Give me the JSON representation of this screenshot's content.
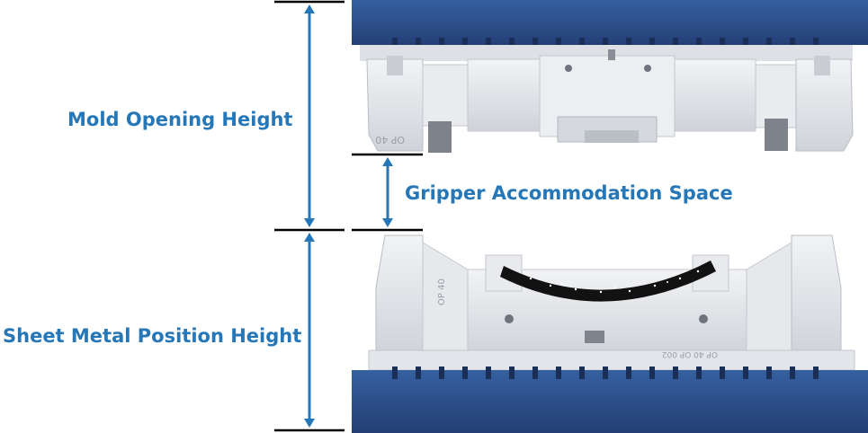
{
  "labels": {
    "mold_opening": "Mold Opening Height",
    "gripper_space": "Gripper Accommodation Space",
    "sheet_metal": "Sheet Metal Position Height"
  },
  "die_markings": {
    "upper_op": "OP 40",
    "lower_op": "OP 40",
    "lower_part": "OP 40 OP 002"
  },
  "colors": {
    "accent": "#2677b8",
    "platen": "#2b4e8c",
    "die_body": "#e4e6ea",
    "line": "#000000"
  },
  "icons": [
    "double-arrow-icon",
    "tick-line-icon"
  ]
}
